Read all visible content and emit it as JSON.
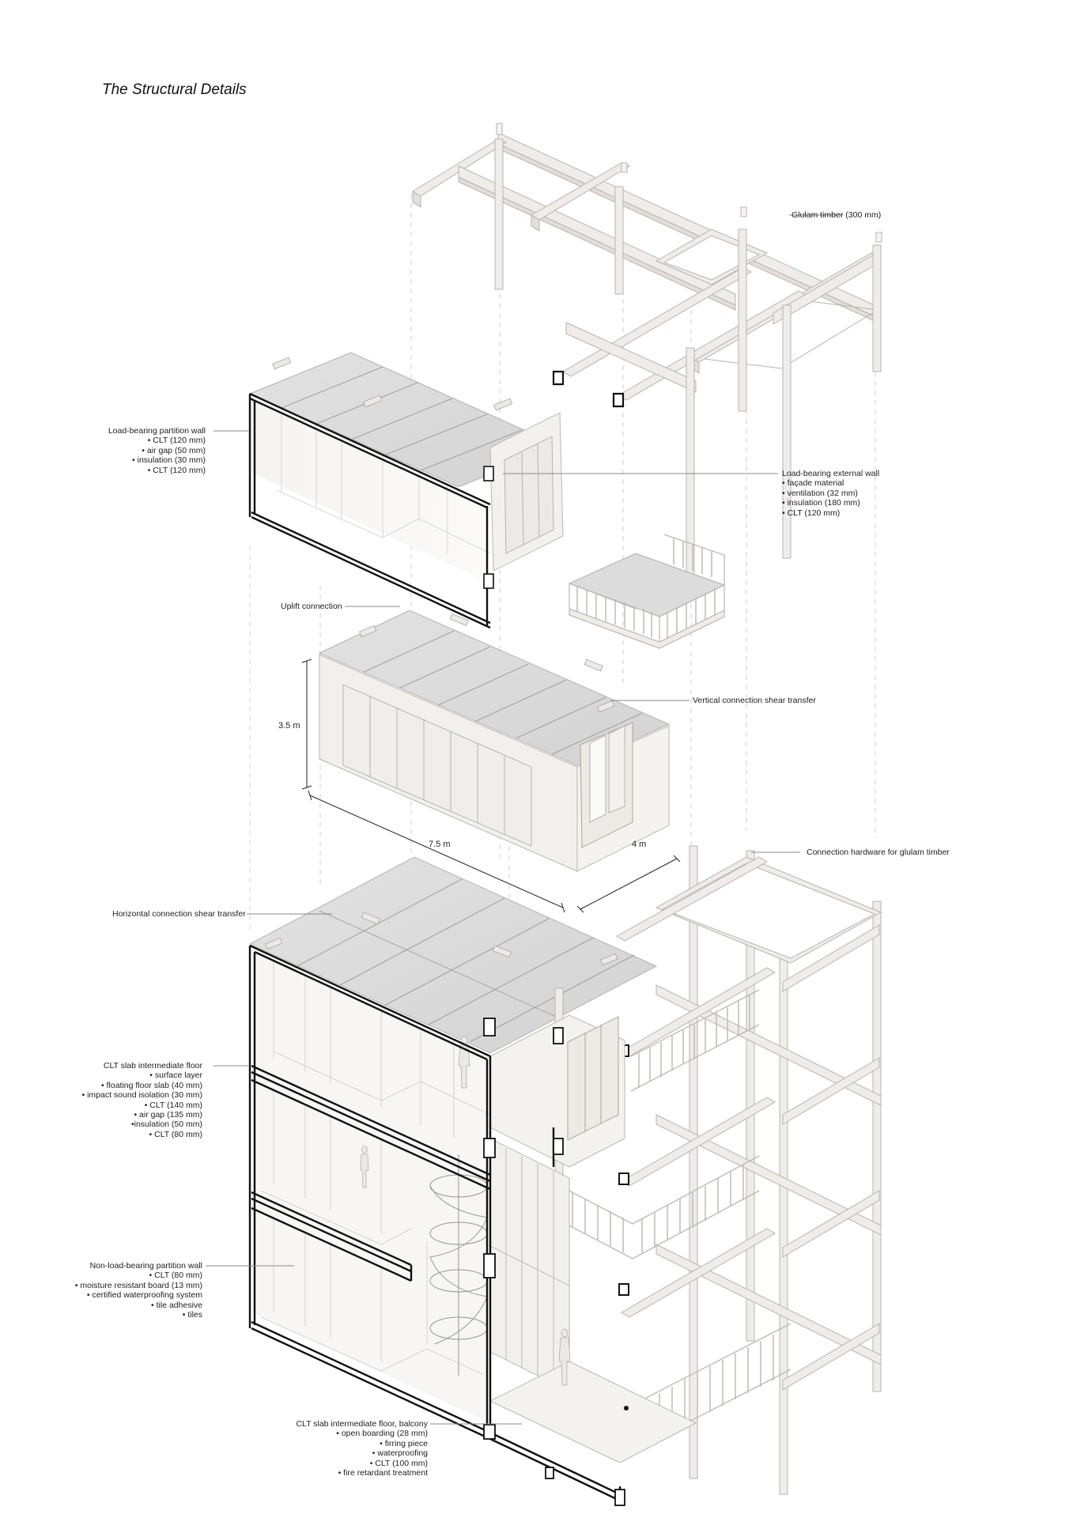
{
  "page": {
    "title": "The Structural Details"
  },
  "colors": {
    "background": "#ffffff",
    "timber_face": "#f1eeeb",
    "timber_side": "#e4e0dc",
    "roof_panel": "#dcdcdc",
    "outline": "#b9b4af",
    "section_cut": "#1a1a1a",
    "leader_line": "#8a8a8a",
    "guide_line": "#c8c8c8",
    "text": "#1e1e1e"
  },
  "annotations": {
    "glulam": {
      "heading": "Glulam timber (300 mm)"
    },
    "partition_wall": {
      "heading": "Load-bearing partition wall",
      "items": [
        "• CLT (120 mm)",
        "• air gap (50 mm)",
        "• insulation (30 mm)",
        "• CLT (120 mm)"
      ]
    },
    "external_wall": {
      "heading": "Load-bearing external wall",
      "items": [
        "• façade material",
        "• ventilation (32 mm)",
        "• insulation (180 mm)",
        "• CLT (120 mm)"
      ]
    },
    "uplift": {
      "heading": "Uplift connection"
    },
    "vertical_shear": {
      "heading": "Vertical connection shear transfer"
    },
    "connection_hardware": {
      "heading": "Connection hardware for glulam timber"
    },
    "horizontal_shear": {
      "heading": "Horizontal connection shear transfer"
    },
    "intermediate_floor": {
      "heading": "CLT slab intermediate floor",
      "items": [
        "• surface layer",
        "• floating floor slab (40 mm)",
        "• impact sound isolation (30 mm)",
        "• CLT (140 mm)",
        "• air gap (135 mm)",
        "•insulation (50 mm)",
        "• CLT (80 mm)"
      ]
    },
    "non_load_wall": {
      "heading": "Non-load-bearing partition wall",
      "items": [
        "• CLT (80 mm)",
        "• moisture resistant board (13 mm)",
        "• certified waterproofing system",
        "• tile adhesive",
        "• tiles"
      ]
    },
    "balcony_floor": {
      "heading": "CLT slab intermediate floor, balcony",
      "items": [
        "• open boarding (28 mm)",
        "• firring piece",
        "• waterproofing",
        "• CLT (100 mm)",
        "• fire retardant treatment"
      ]
    }
  },
  "dimensions": {
    "height": "3.5 m",
    "length": "7.5 m",
    "width": "4 m"
  }
}
